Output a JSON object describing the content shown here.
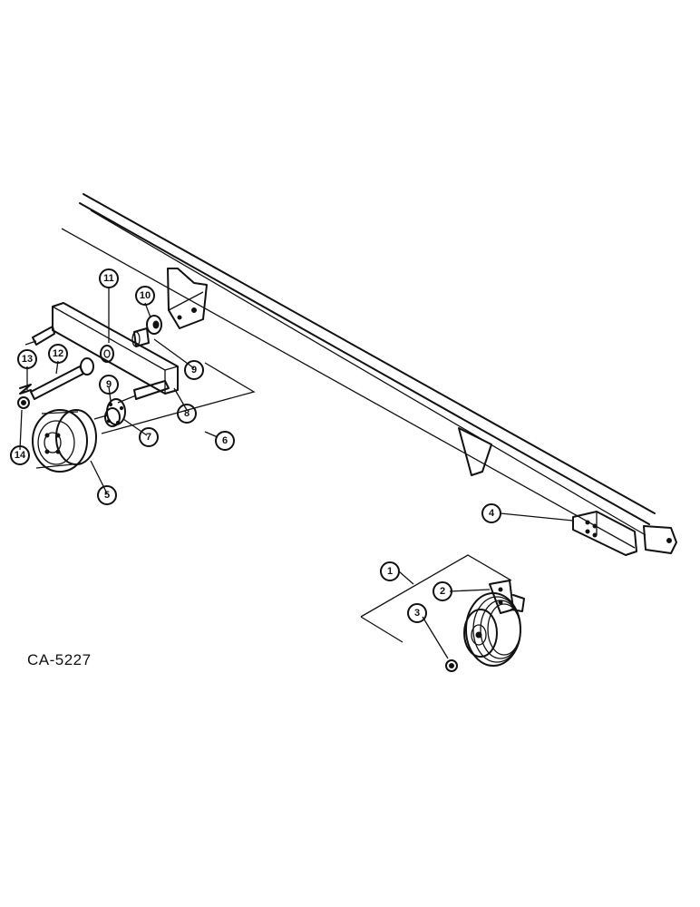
{
  "drawing_code": "CA-5227",
  "callouts": [
    {
      "id": "c1",
      "label": "1"
    },
    {
      "id": "c2",
      "label": "2"
    },
    {
      "id": "c3",
      "label": "3"
    },
    {
      "id": "c4",
      "label": "4"
    },
    {
      "id": "c5",
      "label": "5"
    },
    {
      "id": "c6",
      "label": "6"
    },
    {
      "id": "c7",
      "label": "7"
    },
    {
      "id": "c8",
      "label": "8"
    },
    {
      "id": "c9a",
      "label": "9"
    },
    {
      "id": "c9b",
      "label": "9"
    },
    {
      "id": "c10",
      "label": "10"
    },
    {
      "id": "c11",
      "label": "11"
    },
    {
      "id": "c12",
      "label": "12"
    },
    {
      "id": "c13",
      "label": "13"
    },
    {
      "id": "c14",
      "label": "14"
    }
  ]
}
